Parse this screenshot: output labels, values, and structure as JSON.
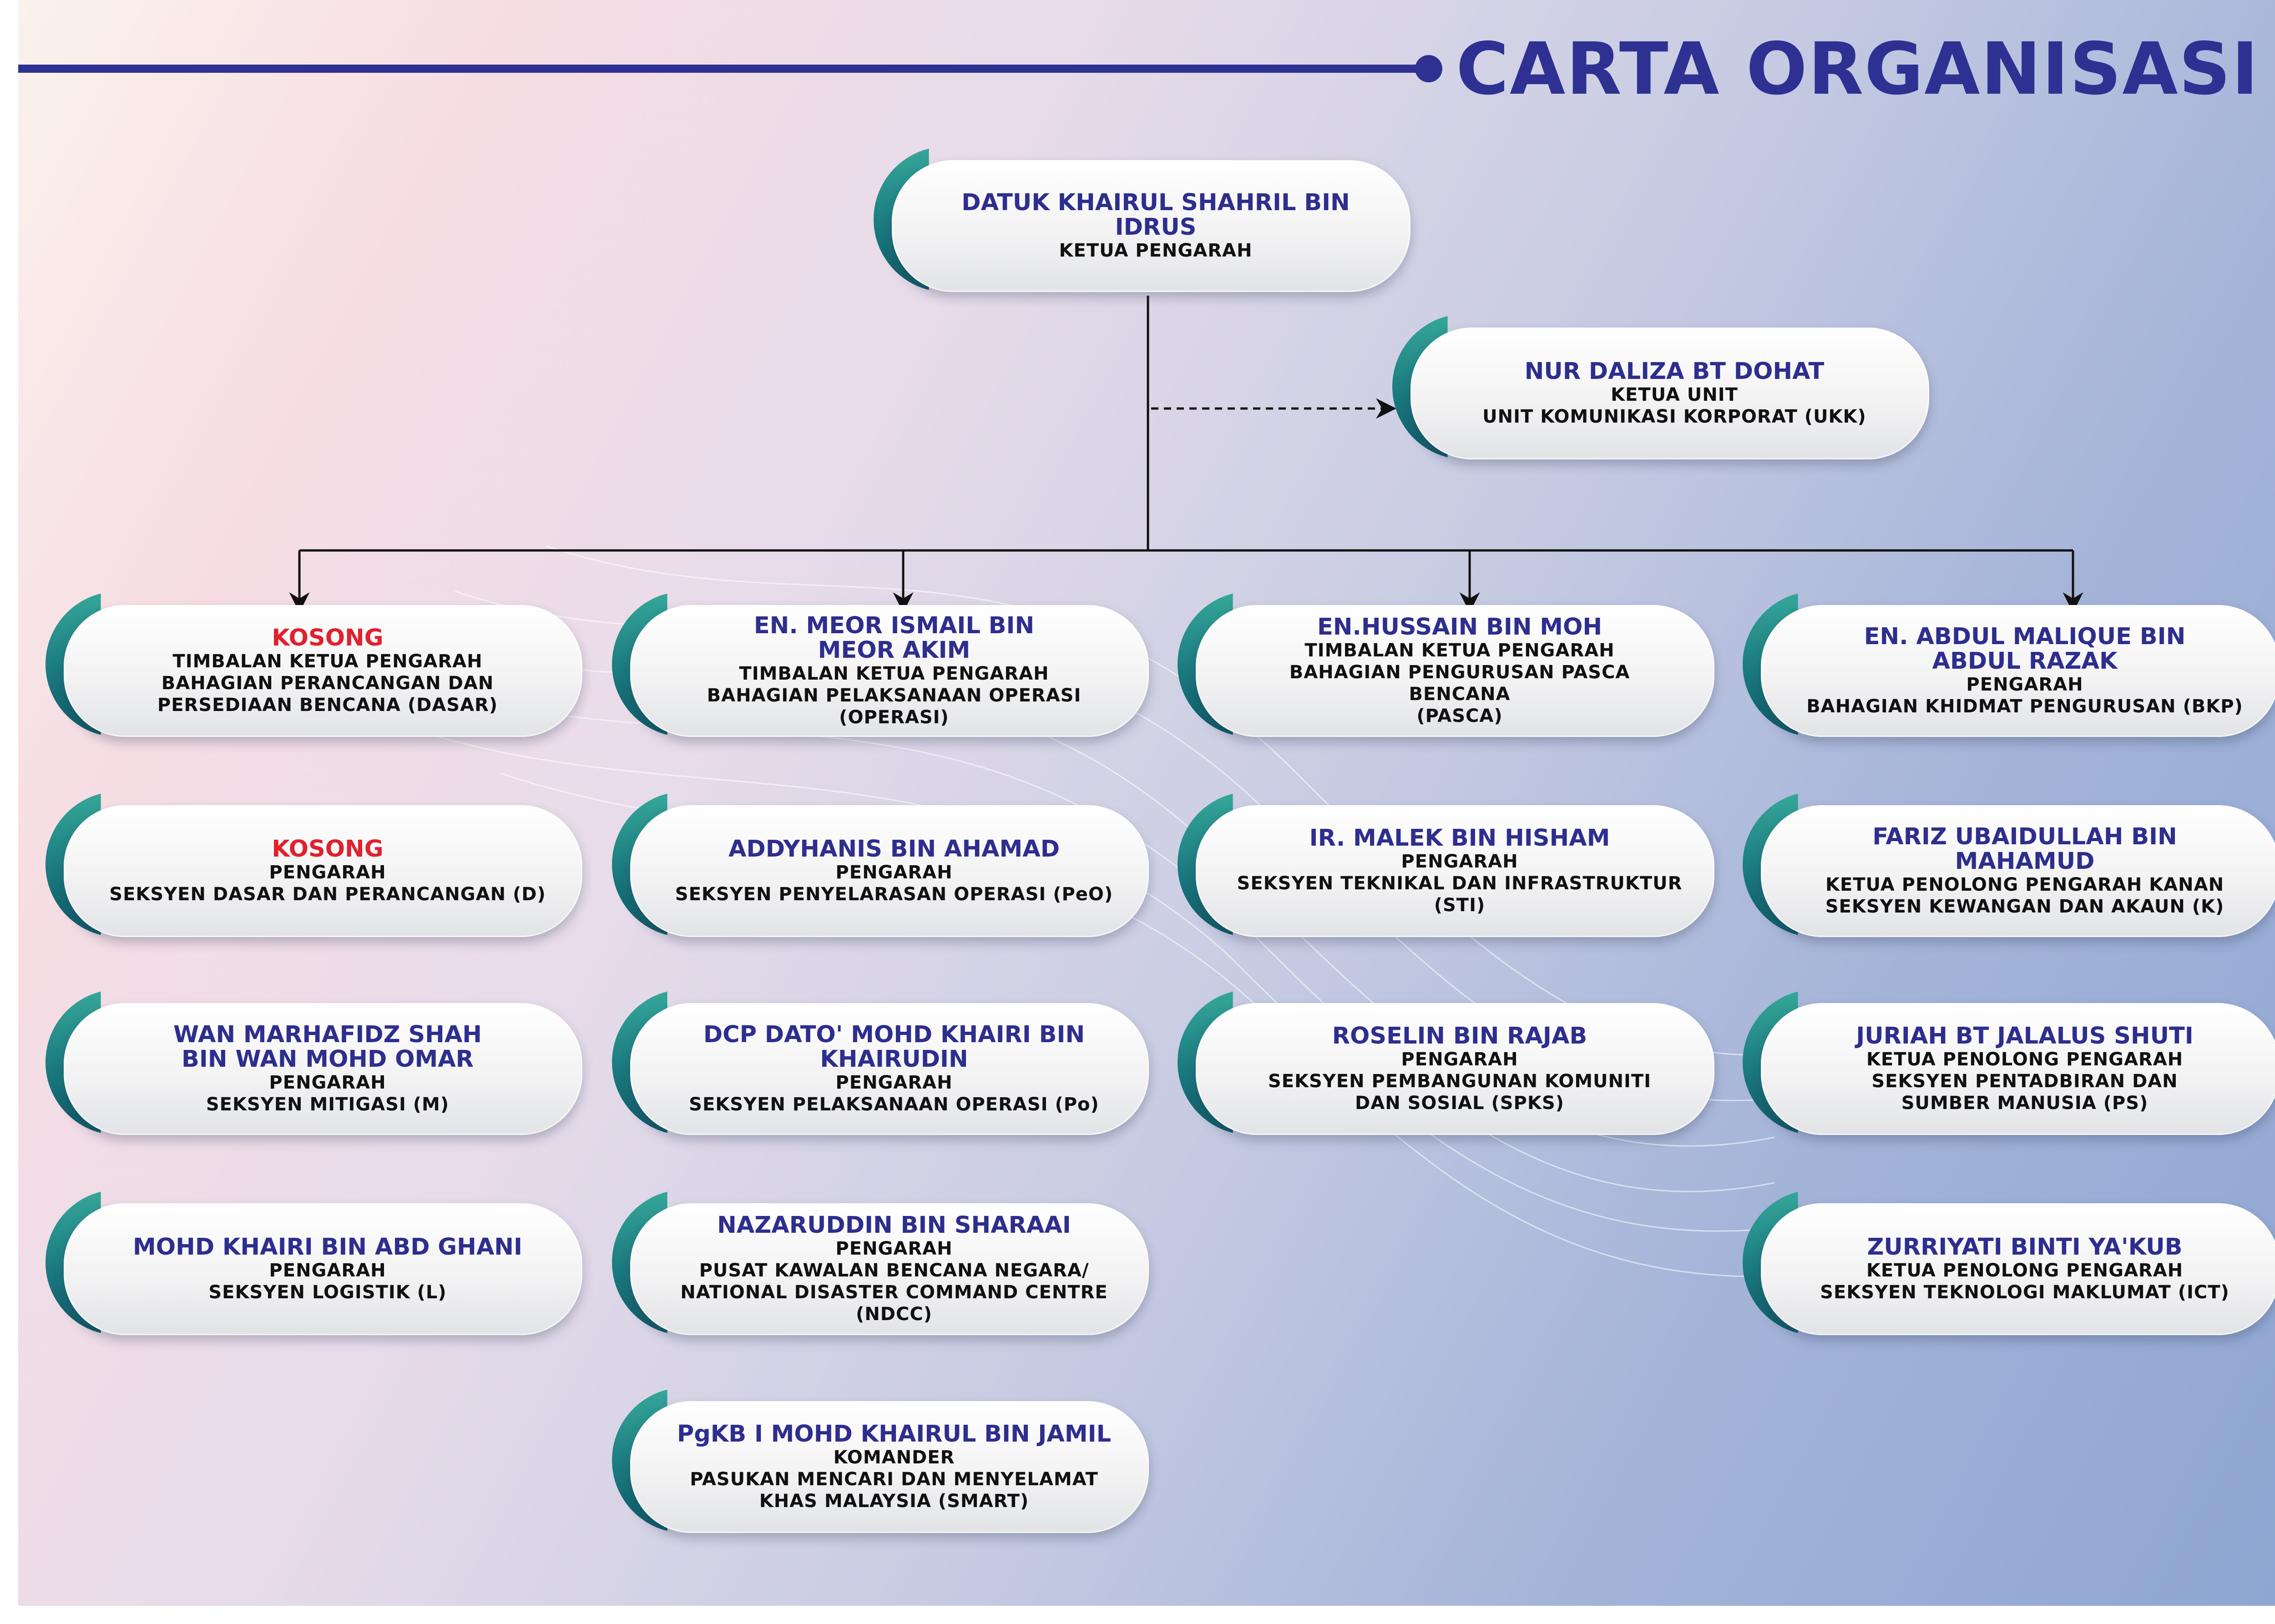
{
  "title": "CARTA ORGANISASI",
  "colors": {
    "title": "#2e3192",
    "name": "#2e2e8e",
    "vacant": "#e0212e",
    "accent_arc": "#1b7a80",
    "connector": "#111111"
  },
  "top": {
    "name": "DATUK KHAIRUL SHAHRIL BIN IDRUS",
    "lines": [
      "KETUA PENGARAH"
    ]
  },
  "side": {
    "name": "NUR DALIZA BT DOHAT",
    "lines": [
      "KETUA UNIT",
      "UNIT KOMUNIKASI KORPORAT (UKK)"
    ]
  },
  "columns": [
    [
      {
        "name": "KOSONG",
        "vacant": true,
        "lines": [
          "TIMBALAN KETUA PENGARAH",
          "BAHAGIAN PERANCANGAN DAN",
          "PERSEDIAAN BENCANA (DASAR)"
        ]
      },
      {
        "name": "KOSONG",
        "vacant": true,
        "lines": [
          "PENGARAH",
          "SEKSYEN DASAR DAN PERANCANGAN (D)"
        ]
      },
      {
        "name": "WAN MARHAFIDZ SHAH\nBIN WAN MOHD OMAR",
        "lines": [
          "PENGARAH",
          "SEKSYEN MITIGASI (M)"
        ]
      },
      {
        "name": "MOHD KHAIRI BIN ABD GHANI",
        "lines": [
          "PENGARAH",
          "SEKSYEN LOGISTIK (L)"
        ]
      }
    ],
    [
      {
        "name": "EN. MEOR ISMAIL BIN\nMEOR AKIM",
        "lines": [
          "TIMBALAN KETUA PENGARAH",
          "BAHAGIAN PELAKSANAAN OPERASI",
          "(OPERASI)"
        ]
      },
      {
        "name": "ADDYHANIS BIN AHAMAD",
        "lines": [
          "PENGARAH",
          "SEKSYEN PENYELARASAN OPERASI (PeO)"
        ]
      },
      {
        "name": "DCP DATO' MOHD KHAIRI BIN KHAIRUDIN",
        "lines": [
          "PENGARAH",
          "SEKSYEN PELAKSANAAN OPERASI (Po)"
        ]
      },
      {
        "name": "NAZARUDDIN BIN SHARAAI",
        "lines": [
          "PENGARAH",
          "PUSAT KAWALAN BENCANA NEGARA/",
          "NATIONAL DISASTER COMMAND CENTRE",
          "(NDCC)"
        ]
      },
      {
        "name": "PgKB I MOHD KHAIRUL BIN JAMIL",
        "lines": [
          "KOMANDER",
          "PASUKAN MENCARI DAN MENYELAMAT",
          "KHAS MALAYSIA (SMART)"
        ]
      }
    ],
    [
      {
        "name": "EN.HUSSAIN BIN MOH",
        "lines": [
          "TIMBALAN KETUA PENGARAH",
          "BAHAGIAN PENGURUSAN PASCA BENCANA",
          "(PASCA)"
        ]
      },
      {
        "name": "IR. MALEK BIN HISHAM",
        "lines": [
          "PENGARAH",
          "SEKSYEN TEKNIKAL DAN INFRASTRUKTUR (STI)"
        ]
      },
      {
        "name": "ROSELIN BIN RAJAB",
        "lines": [
          "PENGARAH",
          "SEKSYEN PEMBANGUNAN KOMUNITI",
          "DAN SOSIAL (SPKS)"
        ]
      }
    ],
    [
      {
        "name": "EN. ABDUL MALIQUE BIN\nABDUL RAZAK",
        "lines": [
          "PENGARAH",
          "BAHAGIAN KHIDMAT PENGURUSAN (BKP)"
        ]
      },
      {
        "name": "FARIZ UBAIDULLAH BIN MAHAMUD",
        "lines": [
          "KETUA PENOLONG PENGARAH KANAN",
          "SEKSYEN KEWANGAN DAN AKAUN (K)"
        ]
      },
      {
        "name": "JURIAH BT JALALUS SHUTI",
        "lines": [
          "KETUA PENOLONG PENGARAH",
          "SEKSYEN PENTADBIRAN DAN",
          "SUMBER MANUSIA (PS)"
        ]
      },
      {
        "name": "ZURRIYATI BINTI YA'KUB",
        "lines": [
          "KETUA PENOLONG PENGARAH",
          "SEKSYEN TEKNOLOGI MAKLUMAT (ICT)"
        ]
      }
    ]
  ]
}
